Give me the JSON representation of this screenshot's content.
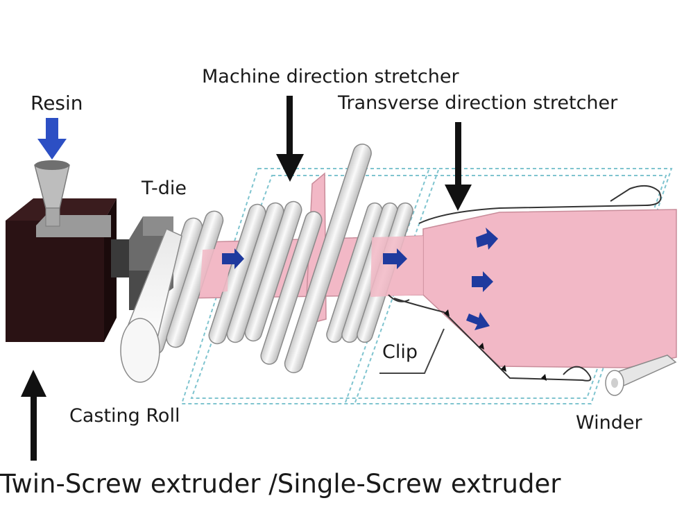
{
  "labels": {
    "machine_direction_stretcher": "Machine direction stretcher",
    "transverse_direction_stretcher": "Transverse direction stretcher",
    "resin": "Resin",
    "t_die": "T-die",
    "clip": "Clip",
    "casting_roll": "Casting Roll",
    "winder": "Winder",
    "extruder": "Twin-Screw extruder /Single-Screw extruder"
  },
  "colors": {
    "film": "#f2b8c6",
    "flow_arrow": "#1f3a9e",
    "extruder_body": "#2a1214",
    "roller": "#f1f1f1",
    "callout_arrow": "#111111",
    "frame_dashes": "#7fc4cf"
  },
  "icons": {
    "resin_arrow": "down-arrow-icon",
    "callout_arrows": "arrow-icon",
    "flow_arrows": "flow-arrow-icon"
  }
}
